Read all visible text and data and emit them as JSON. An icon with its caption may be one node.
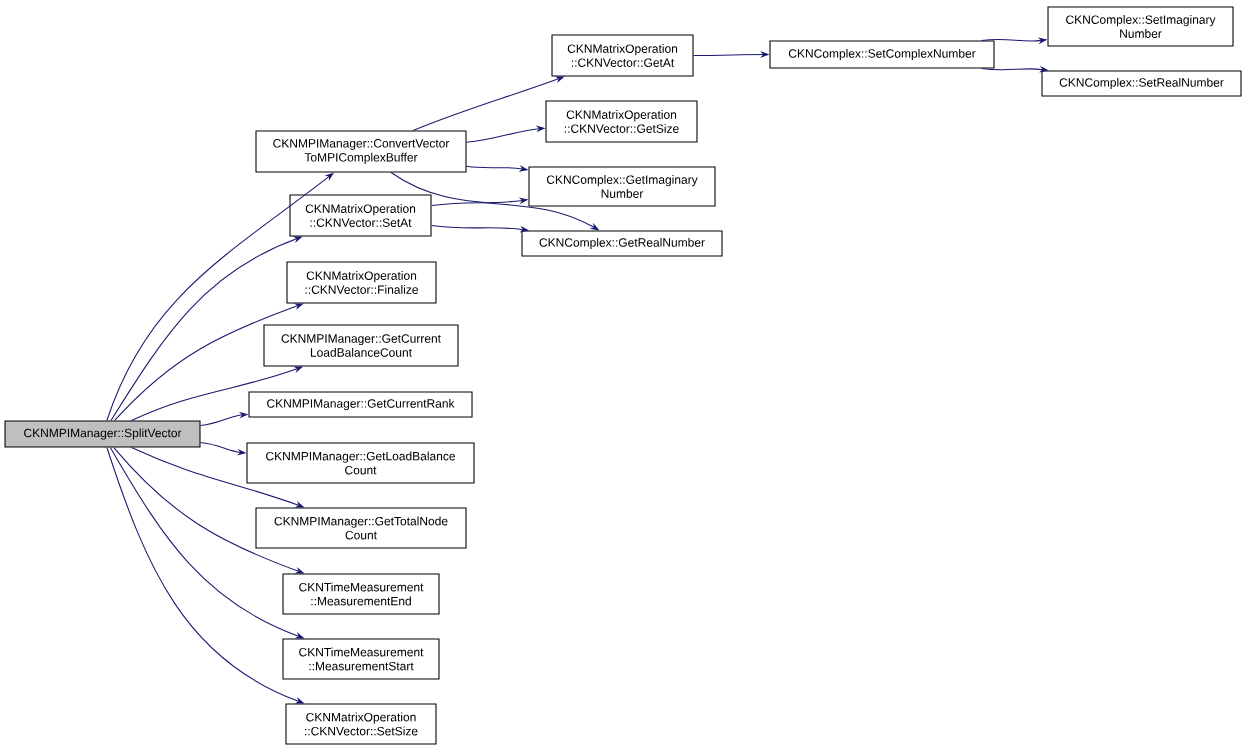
{
  "diagram": {
    "nodes": [
      {
        "text": [
          "CKNMPIManager::SplitVector"
        ]
      },
      {
        "text": [
          "CKNMPIManager::ConvertVector ToMPIComplexBuffer"
        ]
      },
      {
        "text": [
          "CKNMatrixOperation ::CKNVector::SetAt"
        ]
      },
      {
        "text": [
          "CKNMatrixOperation ::CKNVector::Finalize"
        ]
      },
      {
        "text": [
          "CKNMPIManager::GetCurrent LoadBalanceCount"
        ]
      },
      {
        "text": [
          "CKNMPIManager::GetCurrentRank"
        ]
      },
      {
        "text": [
          "CKNMPIManager::GetLoadBalance Count"
        ]
      },
      {
        "text": [
          "CKNMPIManager::GetTotalNode Count"
        ]
      },
      {
        "text": [
          "CKNTimeMeasurement ::MeasurementEnd"
        ]
      },
      {
        "text": [
          "CKNTimeMeasurement ::MeasurementStart"
        ]
      },
      {
        "text": [
          "CKNMatrixOperation ::CKNVector::SetSize"
        ]
      },
      {
        "text": [
          "CKNMatrixOperation ::CKNVector::GetAt"
        ]
      },
      {
        "text": [
          "CKNMatrixOperation ::CKNVector::GetSize"
        ]
      },
      {
        "text": [
          "CKNComplex::GetImaginary Number"
        ]
      },
      {
        "text": [
          "CKNComplex::GetRealNumber"
        ]
      },
      {
        "text": [
          "CKNComplex::SetComplexNumber"
        ]
      },
      {
        "text": [
          "CKNComplex::SetImaginary Number"
        ]
      },
      {
        "text": [
          "CKNComplex::SetRealNumber"
        ]
      }
    ],
    "edges": [
      {
        "from": 0,
        "to": 1,
        "arrow": "to"
      },
      {
        "from": 0,
        "to": 2,
        "arrow": "to"
      },
      {
        "from": 0,
        "to": 3,
        "arrow": "to"
      },
      {
        "from": 0,
        "to": 4,
        "arrow": "to"
      },
      {
        "from": 0,
        "to": 5,
        "arrow": "to"
      },
      {
        "from": 0,
        "to": 6,
        "arrow": "to"
      },
      {
        "from": 0,
        "to": 7,
        "arrow": "to"
      },
      {
        "from": 0,
        "to": 8,
        "arrow": "to"
      },
      {
        "from": 0,
        "to": 9,
        "arrow": "to"
      },
      {
        "from": 0,
        "to": 10,
        "arrow": "to"
      },
      {
        "from": 1,
        "to": 11,
        "arrow": "to"
      },
      {
        "from": 1,
        "to": 12,
        "arrow": "to"
      },
      {
        "from": 1,
        "to": 13,
        "arrow": "to"
      },
      {
        "from": 1,
        "to": 14,
        "arrow": "to"
      },
      {
        "from": 2,
        "to": 13,
        "arrow": "to"
      },
      {
        "from": 2,
        "to": 14,
        "arrow": "to"
      },
      {
        "from": 11,
        "to": 15,
        "arrow": "to"
      },
      {
        "from": 15,
        "to": 16,
        "arrow": "to"
      },
      {
        "from": 15,
        "to": 17,
        "arrow": "to"
      }
    ]
  }
}
